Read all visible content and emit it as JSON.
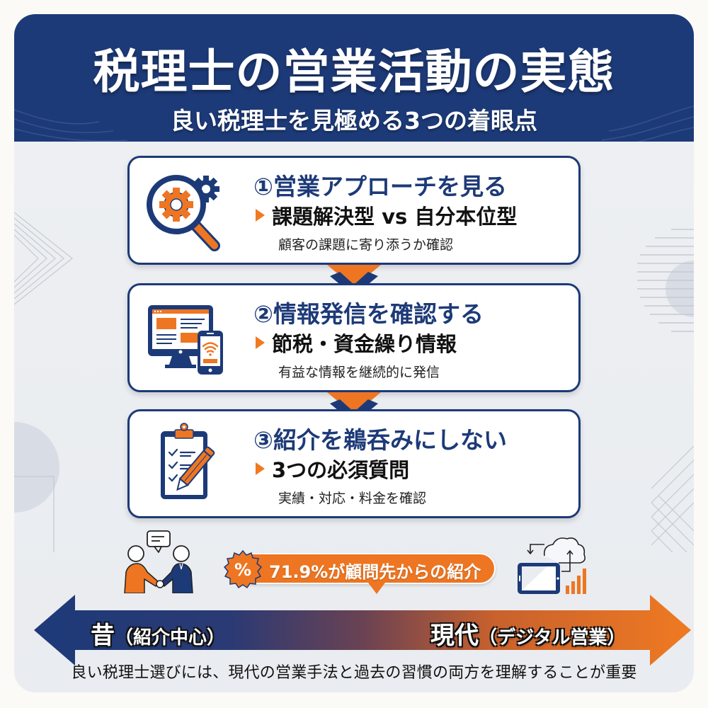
{
  "header": {
    "title": "税理士の営業活動の実態",
    "subtitle": "良い税理士を見極める3つの着眼点"
  },
  "cards": [
    {
      "number": "①",
      "heading": "①営業アプローチを見る",
      "point": "課題解決型 vs 自分本位型",
      "note": "顧客の課題に寄り添うか確認",
      "icon": "magnifier-gear-icon"
    },
    {
      "number": "②",
      "heading": "②情報発信を確認する",
      "point": "節税・資金繰り情報",
      "note": "有益な情報を継続的に発信",
      "icon": "monitor-phone-icon"
    },
    {
      "number": "③",
      "heading": "③紹介を鵜呑みにしない",
      "point": "3つの必須質問",
      "note": "実績・対応・料金を確認",
      "icon": "clipboard-pencil-icon"
    }
  ],
  "stat_badge": {
    "seal": "%",
    "text": "71.9%が顧問先からの紹介"
  },
  "timeline": {
    "left_main": "昔",
    "left_sub": "（紹介中心）",
    "right_main": "現代",
    "right_sub": "（デジタル営業）"
  },
  "footer": {
    "text": "良い税理士選びには、現代の営業手法と過去の習慣の両方を理解することが重要"
  },
  "colors": {
    "navy": "#1d3a78",
    "orange": "#ee7622",
    "background": "#eceef2"
  }
}
